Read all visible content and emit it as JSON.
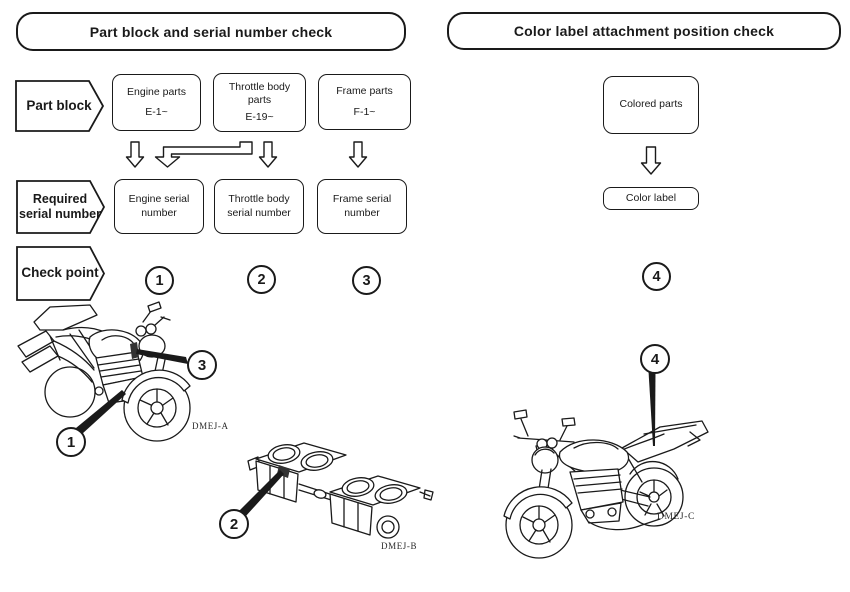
{
  "left_panel": {
    "header": "Part block and serial number check",
    "part_block": {
      "label": "Part block",
      "boxes": [
        {
          "title": "Engine parts",
          "code": "E-1~"
        },
        {
          "title": "Throttle body parts",
          "code": "E-19~"
        },
        {
          "title": "Frame parts",
          "code": "F-1~"
        }
      ]
    },
    "required_serial": {
      "label": "Required serial number",
      "boxes": [
        {
          "title": "Engine serial number"
        },
        {
          "title": "Throttle body serial number"
        },
        {
          "title": "Frame serial number"
        }
      ]
    },
    "check_point": {
      "label": "Check point",
      "points": [
        "1",
        "2",
        "3"
      ]
    }
  },
  "right_panel": {
    "header": "Color label attachment position check",
    "colored_parts_box": "Colored parts",
    "color_label_box": "Color label",
    "check_point": "4"
  },
  "figures": {
    "bike_rear_view": {
      "code": "DMEJ-A",
      "callouts": [
        "1",
        "3"
      ]
    },
    "throttle_body": {
      "code": "DMEJ-B",
      "callouts": [
        "2"
      ]
    },
    "bike_front_view": {
      "code": "DMEJ-C",
      "callouts": [
        "4"
      ]
    }
  },
  "colors": {
    "ink": "#1a1a1a",
    "paper": "#ffffff",
    "tag_fill": "#333333"
  }
}
